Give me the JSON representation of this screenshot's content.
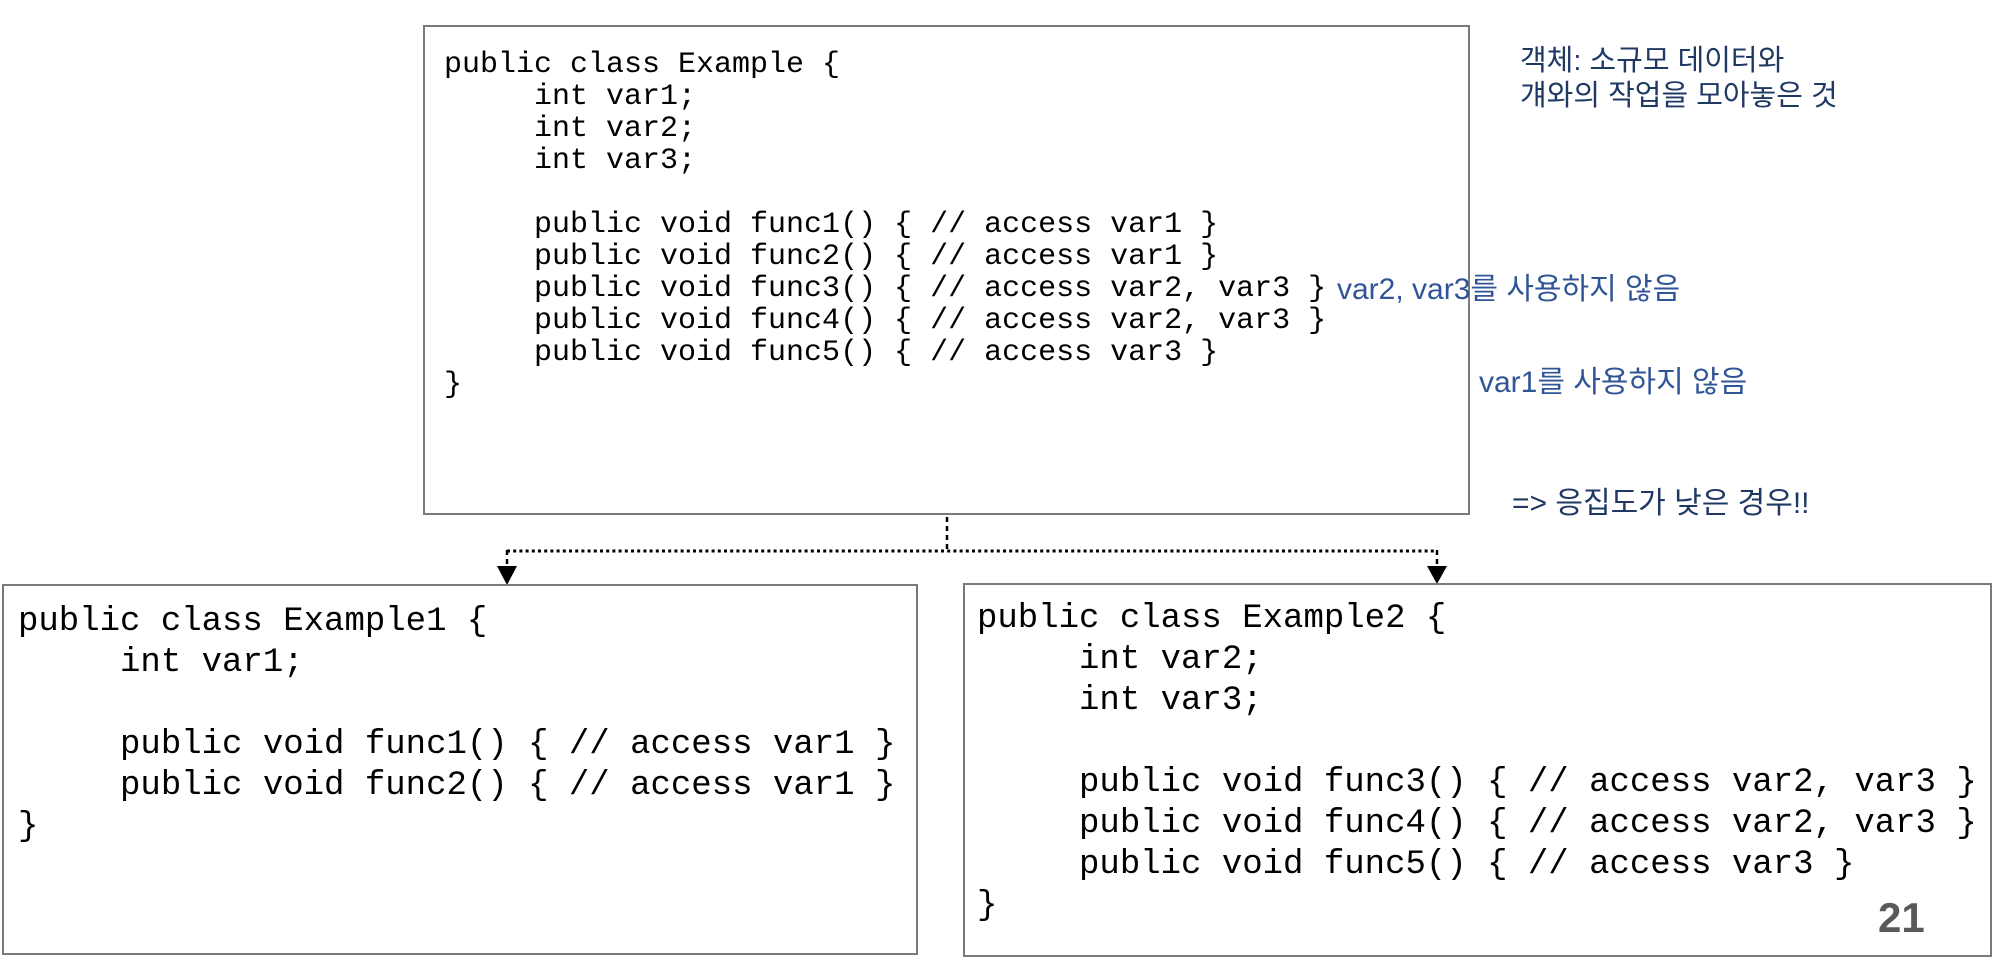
{
  "slide": {
    "page_number": "21",
    "colors": {
      "box_border": "#7A7A7A",
      "code_text": "#000000",
      "annotation_navy": "#1F3864",
      "annotation_blue": "#2F5597",
      "page_number_gray": "#595959",
      "arrow_black": "#000000"
    },
    "code_boxes": {
      "example": {
        "code": "public class Example {\n     int var1;\n     int var2;\n     int var3;\n\n     public void func1() { // access var1 }\n     public void func2() { // access var1 }\n     public void func3() { // access var2, var3 }\n     public void func4() { // access var2, var3 }\n     public void func5() { // access var3 }\n}"
      },
      "example1": {
        "code": "public class Example1 {\n     int var1;\n\n     public void func1() { // access var1 }\n     public void func2() { // access var1 }\n}"
      },
      "example2": {
        "code": "public class Example2 {\n     int var2;\n     int var3;\n\n     public void func3() { // access var2, var3 }\n     public void func4() { // access var2, var3 }\n     public void func5() { // access var3 }\n}"
      }
    },
    "annotations": {
      "object_definition": "객체: 소규모 데이터와\n걔와의 작업을 모아놓은 것",
      "funcs12_note": "var2, var3를 사용하지 않음",
      "funcs345_note": "var1를 사용하지 않음",
      "conclusion": "=> 응집도가 낮은 경우!!"
    }
  }
}
